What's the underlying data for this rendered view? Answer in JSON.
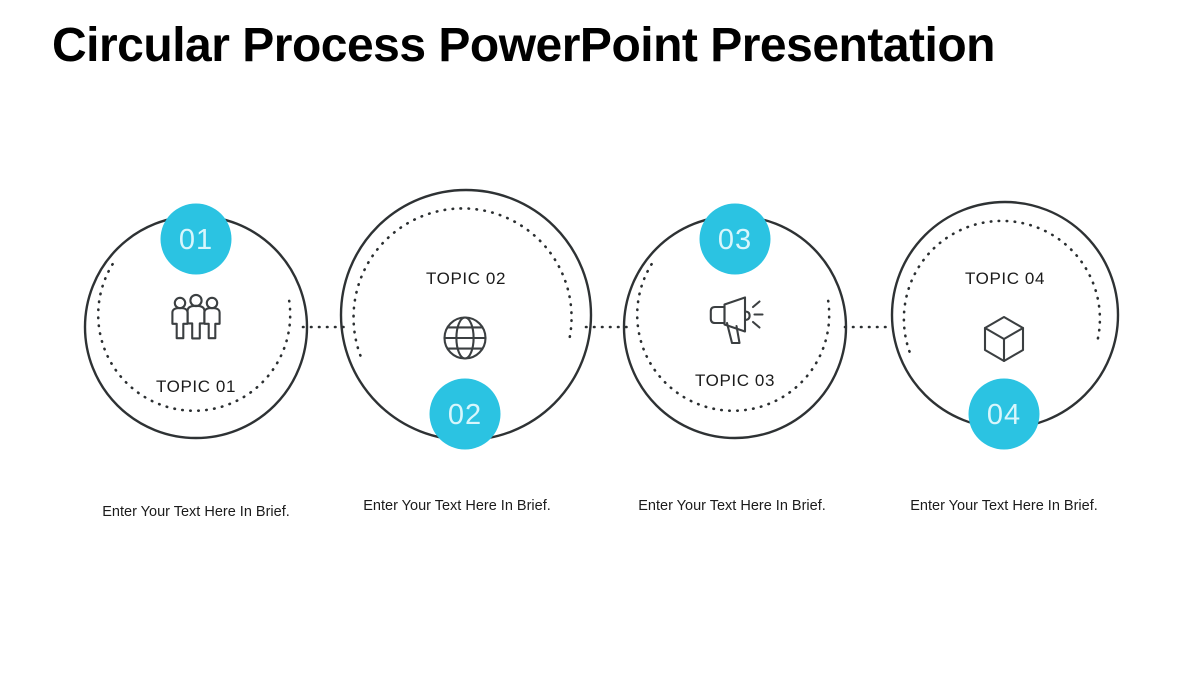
{
  "slide": {
    "title": "Circular Process PowerPoint Presentation",
    "background_color": "#ffffff",
    "accent_color": "#2bc3e2",
    "line_color": "#2e3234",
    "text_color": "#1b1b1b",
    "badge_text_color": "#d8f6fc"
  },
  "diagram": {
    "type": "circular-process",
    "step_count": 4,
    "steps": [
      {
        "number": "01",
        "topic": "TOPIC 01",
        "caption": "Enter Your Text Here In Brief.",
        "icon": "people-group-icon",
        "badge_position": "top",
        "dotted_arc": "bottom"
      },
      {
        "number": "02",
        "topic": "TOPIC 02",
        "caption": "Enter Your Text Here In Brief.",
        "icon": "globe-icon",
        "badge_position": "bottom",
        "dotted_arc": "top"
      },
      {
        "number": "03",
        "topic": "TOPIC 03",
        "caption": "Enter Your Text Here In Brief.",
        "icon": "megaphone-icon",
        "badge_position": "top",
        "dotted_arc": "bottom"
      },
      {
        "number": "04",
        "topic": "TOPIC 04",
        "caption": "Enter Your Text Here In Brief.",
        "icon": "cube-icon",
        "badge_position": "bottom",
        "dotted_arc": "top"
      }
    ]
  }
}
